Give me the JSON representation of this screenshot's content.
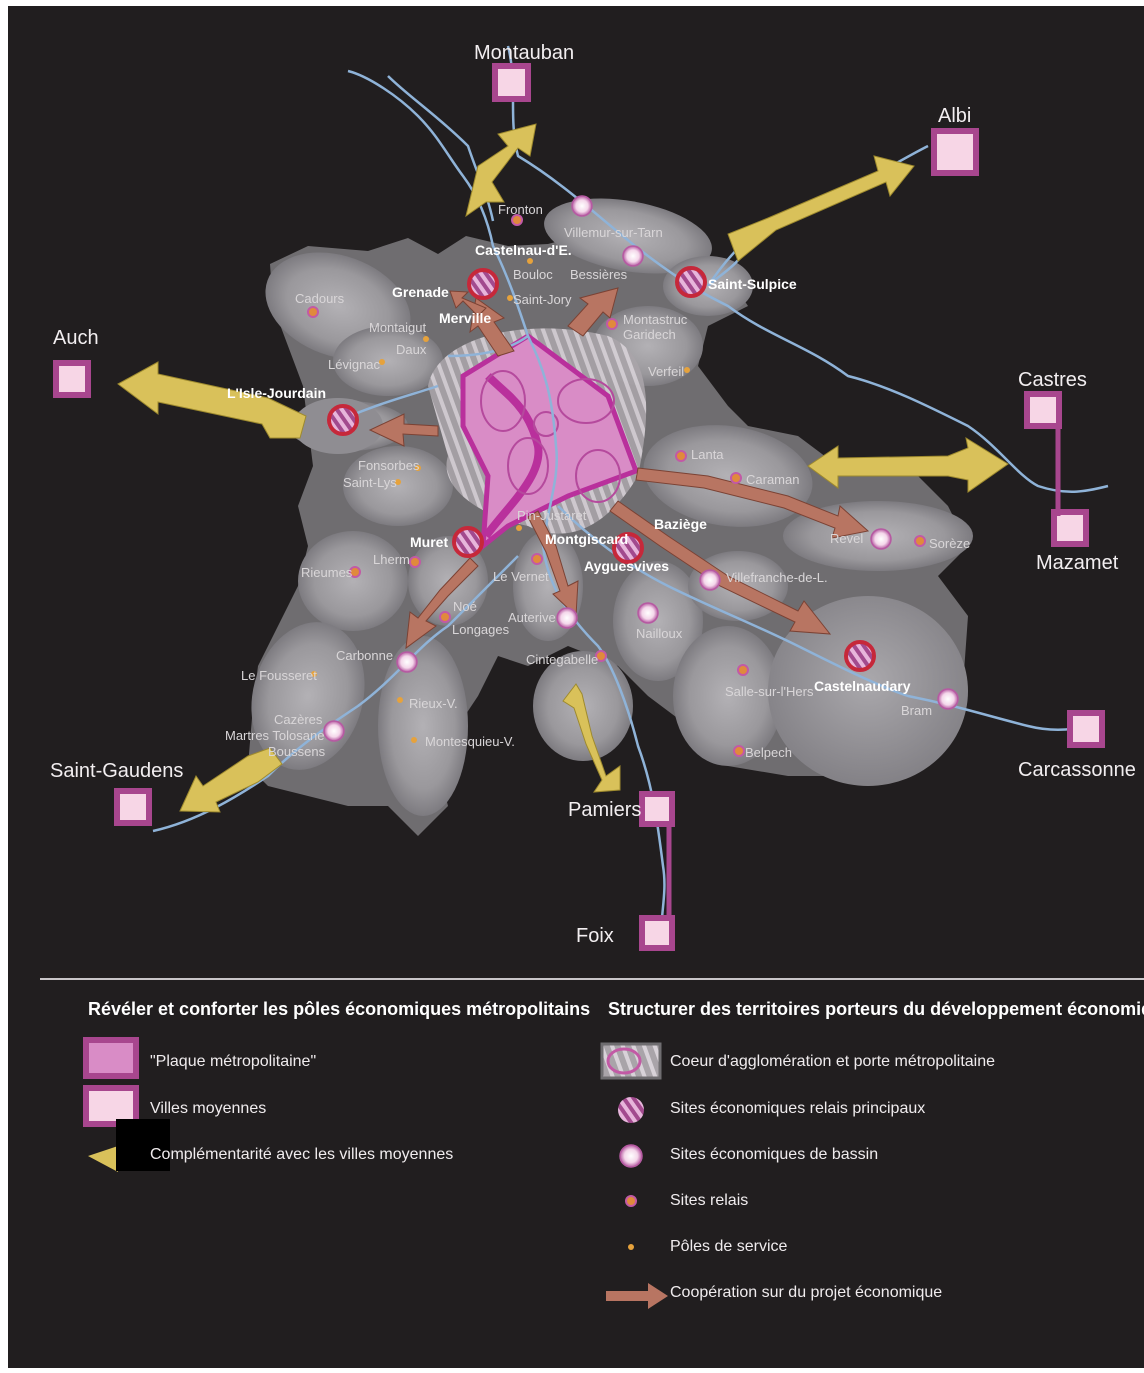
{
  "cities": {
    "montauban": "Montauban",
    "albi": "Albi",
    "auch": "Auch",
    "castres": "Castres",
    "mazamet": "Mazamet",
    "carcassonne": "Carcassonne",
    "saint_gaudens": "Saint-Gaudens",
    "pamiers": "Pamiers",
    "foix": "Foix"
  },
  "relay_main": {
    "castelnau": "Castelnau-d'E.",
    "grenade": "Grenade",
    "saint_sulpice": "Saint-Sulpice",
    "merville": "Merville",
    "isle_jourdain": "L'Isle-Jourdain",
    "muret": "Muret",
    "montgiscard": "Montgiscard",
    "baziege": "Baziège",
    "ayguesvives": "Ayguesvives",
    "castelnaudary": "Castelnaudary"
  },
  "towns": {
    "fronton": "Fronton",
    "villemur": "Villemur-sur-Tarn",
    "bouloc": "Bouloc",
    "bessieres": "Bessières",
    "saint_jory": "Saint-Jory",
    "cadours": "Cadours",
    "montaigut": "Montaigut",
    "daux": "Daux",
    "levignac": "Lévignac",
    "montastruc": "Montastruc",
    "garidech": "Garidech",
    "verfeil": "Verfeil",
    "fonsorbes": "Fonsorbes",
    "saint_lys": "Saint-Lys",
    "lanta": "Lanta",
    "caraman": "Caraman",
    "revel": "Revel",
    "soreze": "Sorèze",
    "pin_justaret": "Pin-Justaret",
    "lherm": "Lherm",
    "rieumes": "Rieumes",
    "le_vernet": "Le Vernet",
    "villefranche": "Villefranche-de-L.",
    "noe": "Noé",
    "longages": "Longages",
    "auterive": "Auterive",
    "nailloux": "Nailloux",
    "carbonne": "Carbonne",
    "le_fousseret": "Le Fousseret",
    "cintegabelle": "Cintegabelle",
    "salle_sur_hers": "Salle-sur-l'Hers",
    "rieux": "Rieux-V.",
    "cazeres": "Cazères",
    "martres": "Martres Tolosane",
    "boussens": "Boussens",
    "montesquieu": "Montesquieu-V.",
    "bram": "Bram",
    "belpech": "Belpech"
  },
  "legend": {
    "left_title": "Révéler et conforter les pôles économiques métropolitains",
    "plaque": "\"Plaque métropolitaine\"",
    "villes_moyennes": "Villes moyennes",
    "complementarite": "Complémentarité avec les villes moyennes",
    "right_title": "Structurer des territoires porteurs du développement économique",
    "coeur": "Coeur d'agglomération et porte métropolitaine",
    "relais_principaux": "Sites économiques relais principaux",
    "bassin": "Sites économiques de bassin",
    "relais": "Sites relais",
    "service": "Pôles de service",
    "cooperation": "Coopération sur du projet économique"
  },
  "colors": {
    "background": "#211e1f",
    "territory": "#6f6d70",
    "basin": "#9a989c",
    "city_fill": "#f7d6e6",
    "city_border": "#a8468e",
    "core_pink": "#d98cc6",
    "river": "#8fb3d8",
    "yellow_arrow": "#d9c15a",
    "brown_arrow": "#b87562",
    "relay_ring": "#c6283a",
    "site_dot": "#e08a3c"
  }
}
